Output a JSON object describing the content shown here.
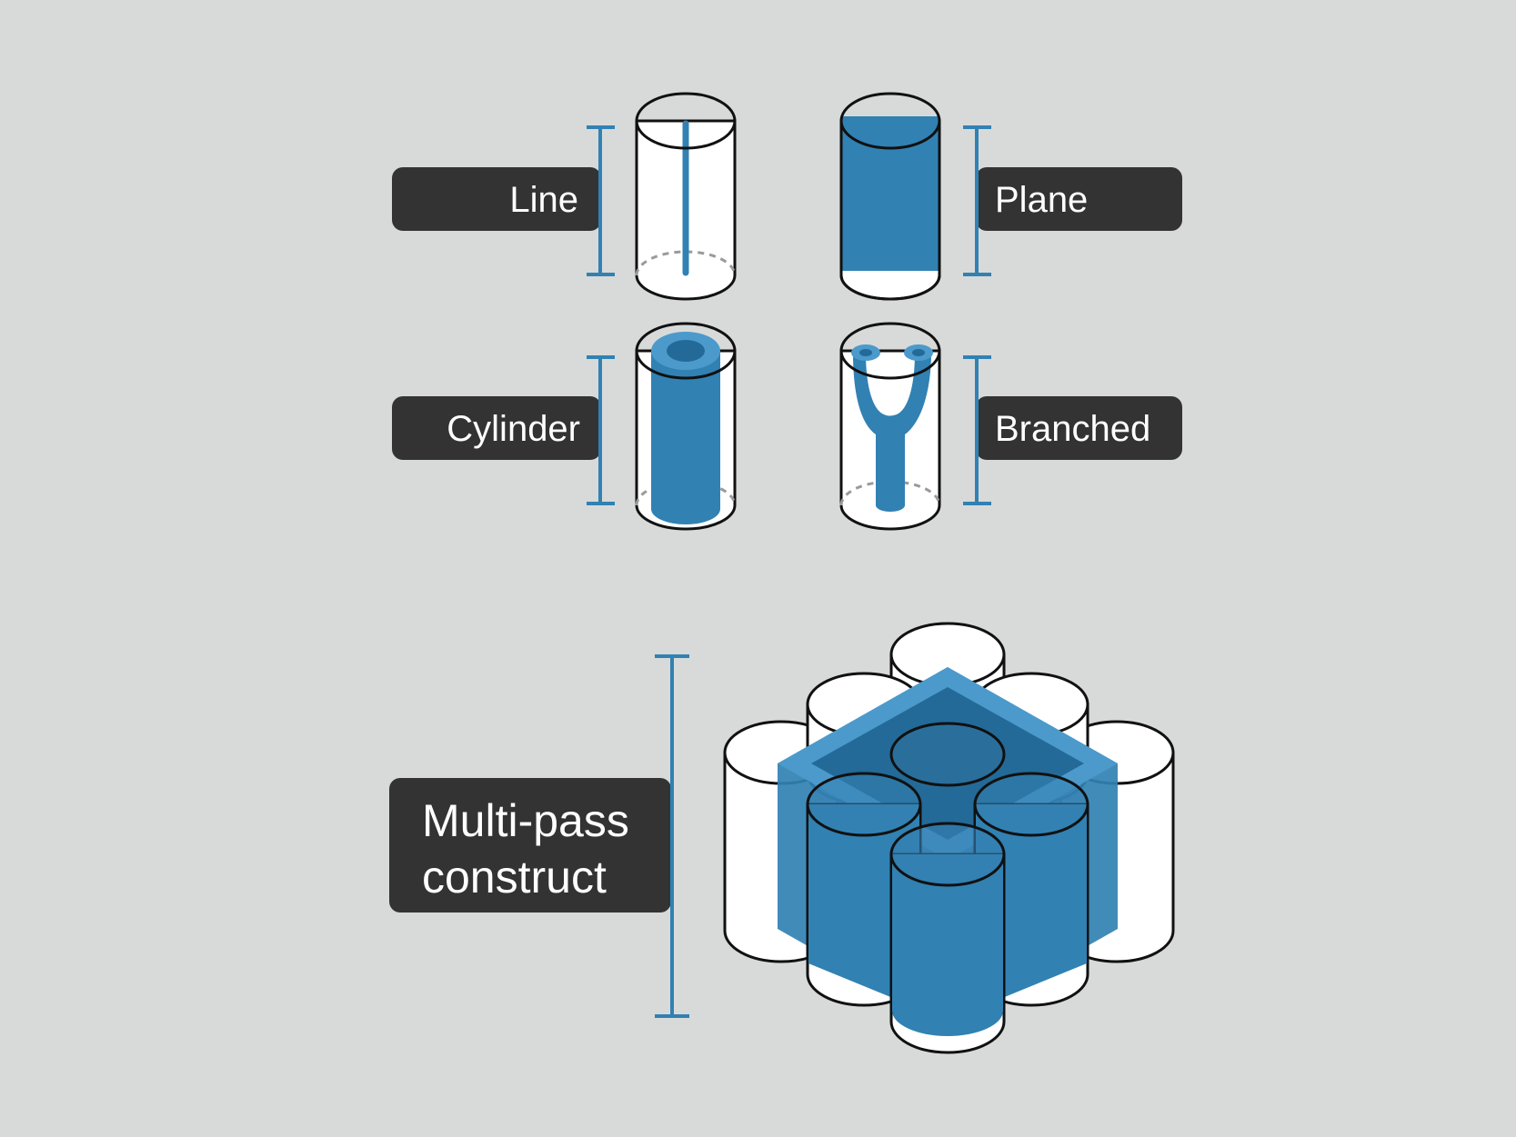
{
  "colors": {
    "background": "#d8dad9",
    "label_box": "#333333",
    "label_text": "#ffffff",
    "accent_blue": "#3181b3",
    "accent_blue_light": "#4b9acb",
    "accent_blue_dark": "#236a98",
    "outline": "#111111",
    "dashed": "#9a9a9a"
  },
  "labels": {
    "line": "Line",
    "plane": "Plane",
    "cylinder": "Cylinder",
    "branched": "Branched",
    "multipass_line1": "Multi-pass",
    "multipass_line2": "construct"
  }
}
